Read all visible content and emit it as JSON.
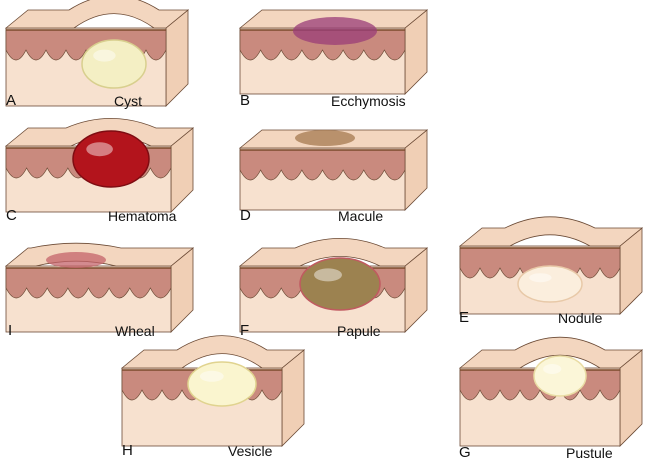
{
  "colors": {
    "skin_top": "#f3d6bf",
    "skin_front": "#f7e1cf",
    "skin_side": "#f0cfb5",
    "dermis": "#c98a7e",
    "epidermis_line": "#7a4a2c",
    "outline": "#6b4a35"
  },
  "lesions": [
    {
      "letter": "A",
      "name": "Cyst",
      "fill": "#f4efc4",
      "rim": "#d8cf8e"
    },
    {
      "letter": "B",
      "name": "Ecchymosis",
      "fill": "#9a3c78",
      "rim": "#b04f8f"
    },
    {
      "letter": "C",
      "name": "Hematoma",
      "fill": "#b3141c",
      "rim": "#7e0c12"
    },
    {
      "letter": "D",
      "name": "Macule",
      "fill": "#a57a50",
      "rim": "#8a6240"
    },
    {
      "letter": "I",
      "name": "Wheal",
      "fill": "#c4636a",
      "rim": "#a34a55"
    },
    {
      "letter": "F",
      "name": "Papule",
      "fill": "#9c8250",
      "rim": "#c05a60"
    },
    {
      "letter": "E",
      "name": "Nodule",
      "fill": "#fbeedd",
      "rim": "#e8c9a8"
    },
    {
      "letter": "H",
      "name": "Vesicle",
      "fill": "#faf5cf",
      "rim": "#e0d38f"
    },
    {
      "letter": "G",
      "name": "Pustule",
      "fill": "#fbf6d8",
      "rim": "#e9dca4"
    }
  ]
}
